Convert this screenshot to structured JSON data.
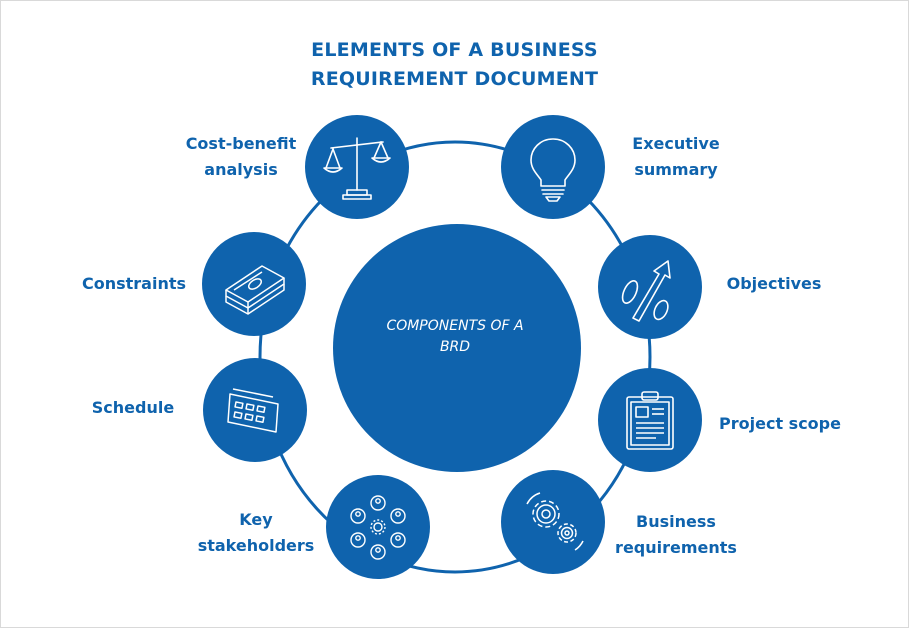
{
  "title": {
    "line1": "ELEMENTS OF A BUSINESS",
    "line2": "REQUIREMENT DOCUMENT"
  },
  "center": {
    "line1": "COMPONENTS OF  A",
    "line2": "BRD"
  },
  "colors": {
    "primary": "#0f63ad",
    "background": "#ffffff",
    "icon_stroke": "#ffffff"
  },
  "elements": [
    {
      "id": "cost-benefit",
      "lines": [
        "Cost-benefit",
        "analysis"
      ],
      "icon": "balance-scale-icon"
    },
    {
      "id": "executive-summary",
      "lines": [
        "Executive",
        "summary"
      ],
      "icon": "lightbulb-icon"
    },
    {
      "id": "constraints",
      "lines": [
        "Constraints"
      ],
      "icon": "money-stack-icon"
    },
    {
      "id": "objectives",
      "lines": [
        "Objectives"
      ],
      "icon": "percentage-growth-icon"
    },
    {
      "id": "schedule",
      "lines": [
        "Schedule"
      ],
      "icon": "calendar-card-icon"
    },
    {
      "id": "project-scope",
      "lines": [
        "Project scope"
      ],
      "icon": "clipboard-icon"
    },
    {
      "id": "key-stakeholders",
      "lines": [
        "Key",
        "stakeholders"
      ],
      "icon": "people-network-icon"
    },
    {
      "id": "business-requirements",
      "lines": [
        "Business",
        "requirements"
      ],
      "icon": "gears-icon"
    }
  ]
}
